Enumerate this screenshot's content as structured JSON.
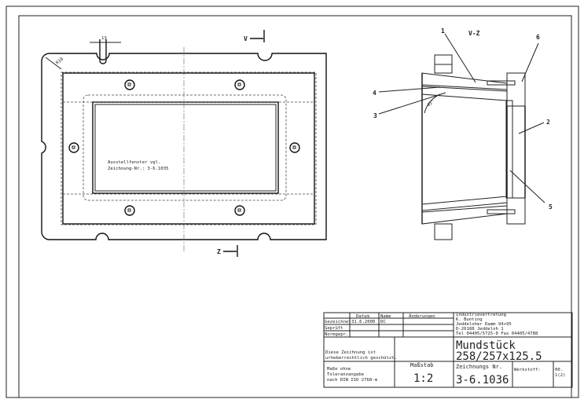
{
  "drawing": {
    "front_view": {
      "dimension_width": "13",
      "dimension_radius": "R10",
      "note_line1": "Ausstellfenster vgl.",
      "note_line2": "Zeichnung-Nr.: 3-6.1035",
      "section_mark_top": "V",
      "section_mark_bottom": "Z"
    },
    "section_view": {
      "title": "V-Z",
      "angle": "45°",
      "callouts": [
        "1",
        "2",
        "3",
        "4",
        "5",
        "6"
      ]
    }
  },
  "title_block": {
    "headers": {
      "date": "Datum",
      "name": "Name",
      "changes": "Änderungen"
    },
    "rows": [
      {
        "label": "Gezeichnet",
        "date": "31.6.2000",
        "name": "DC"
      },
      {
        "label": "Geprüft",
        "date": "",
        "name": ""
      },
      {
        "label": "Normgepr.",
        "date": "",
        "name": ""
      }
    ],
    "company": [
      "Industrievertretung",
      "K. Bunting",
      "Jeddeloher Damm 94+95",
      "D-26188 Jeddeloh 1",
      "Tel 04405/5725-0  Fax 04405/4788"
    ],
    "copyright_line1": "Diese Zeichnung ist",
    "copyright_line2": "urheberrechtlich geschützt.",
    "part_name": "Mundstück",
    "part_size": "258/257x125.5",
    "tolerance_line1": "Maße ohne",
    "tolerance_line2": "Toleranzangabe",
    "tolerance_line3": "nach DIN ISO 2768-m",
    "scale_label": "Maßstab",
    "scale_value": "1:2",
    "drawing_no_label": "Zeichnungs Nr.",
    "drawing_no": "3-6.1036",
    "material_label": "Werkstoff:",
    "sheet_line1": "00.",
    "sheet_line2": "1(2)"
  }
}
